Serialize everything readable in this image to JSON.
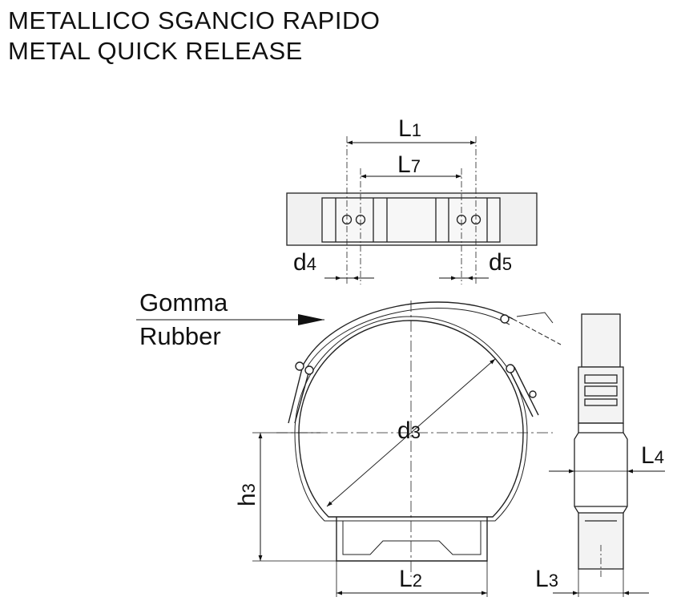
{
  "title": {
    "line1": "METALLICO SGANCIO RAPIDO",
    "line2": "METAL QUICK RELEASE"
  },
  "labels": {
    "l1": {
      "letter": "L",
      "sub": "1"
    },
    "l7": {
      "letter": "L",
      "sub": "7"
    },
    "d4": {
      "letter": "d",
      "sub": "4"
    },
    "d5": {
      "letter": "d",
      "sub": "5"
    },
    "d3": {
      "letter": "d",
      "sub": "3"
    },
    "h3": {
      "letter": "h",
      "sub": "3"
    },
    "l2": {
      "letter": "L",
      "sub": "2"
    },
    "l3": {
      "letter": "L",
      "sub": "3"
    },
    "l4": {
      "letter": "L",
      "sub": "4"
    }
  },
  "annotation": {
    "line1": "Gomma",
    "line2": "Rubber"
  }
}
